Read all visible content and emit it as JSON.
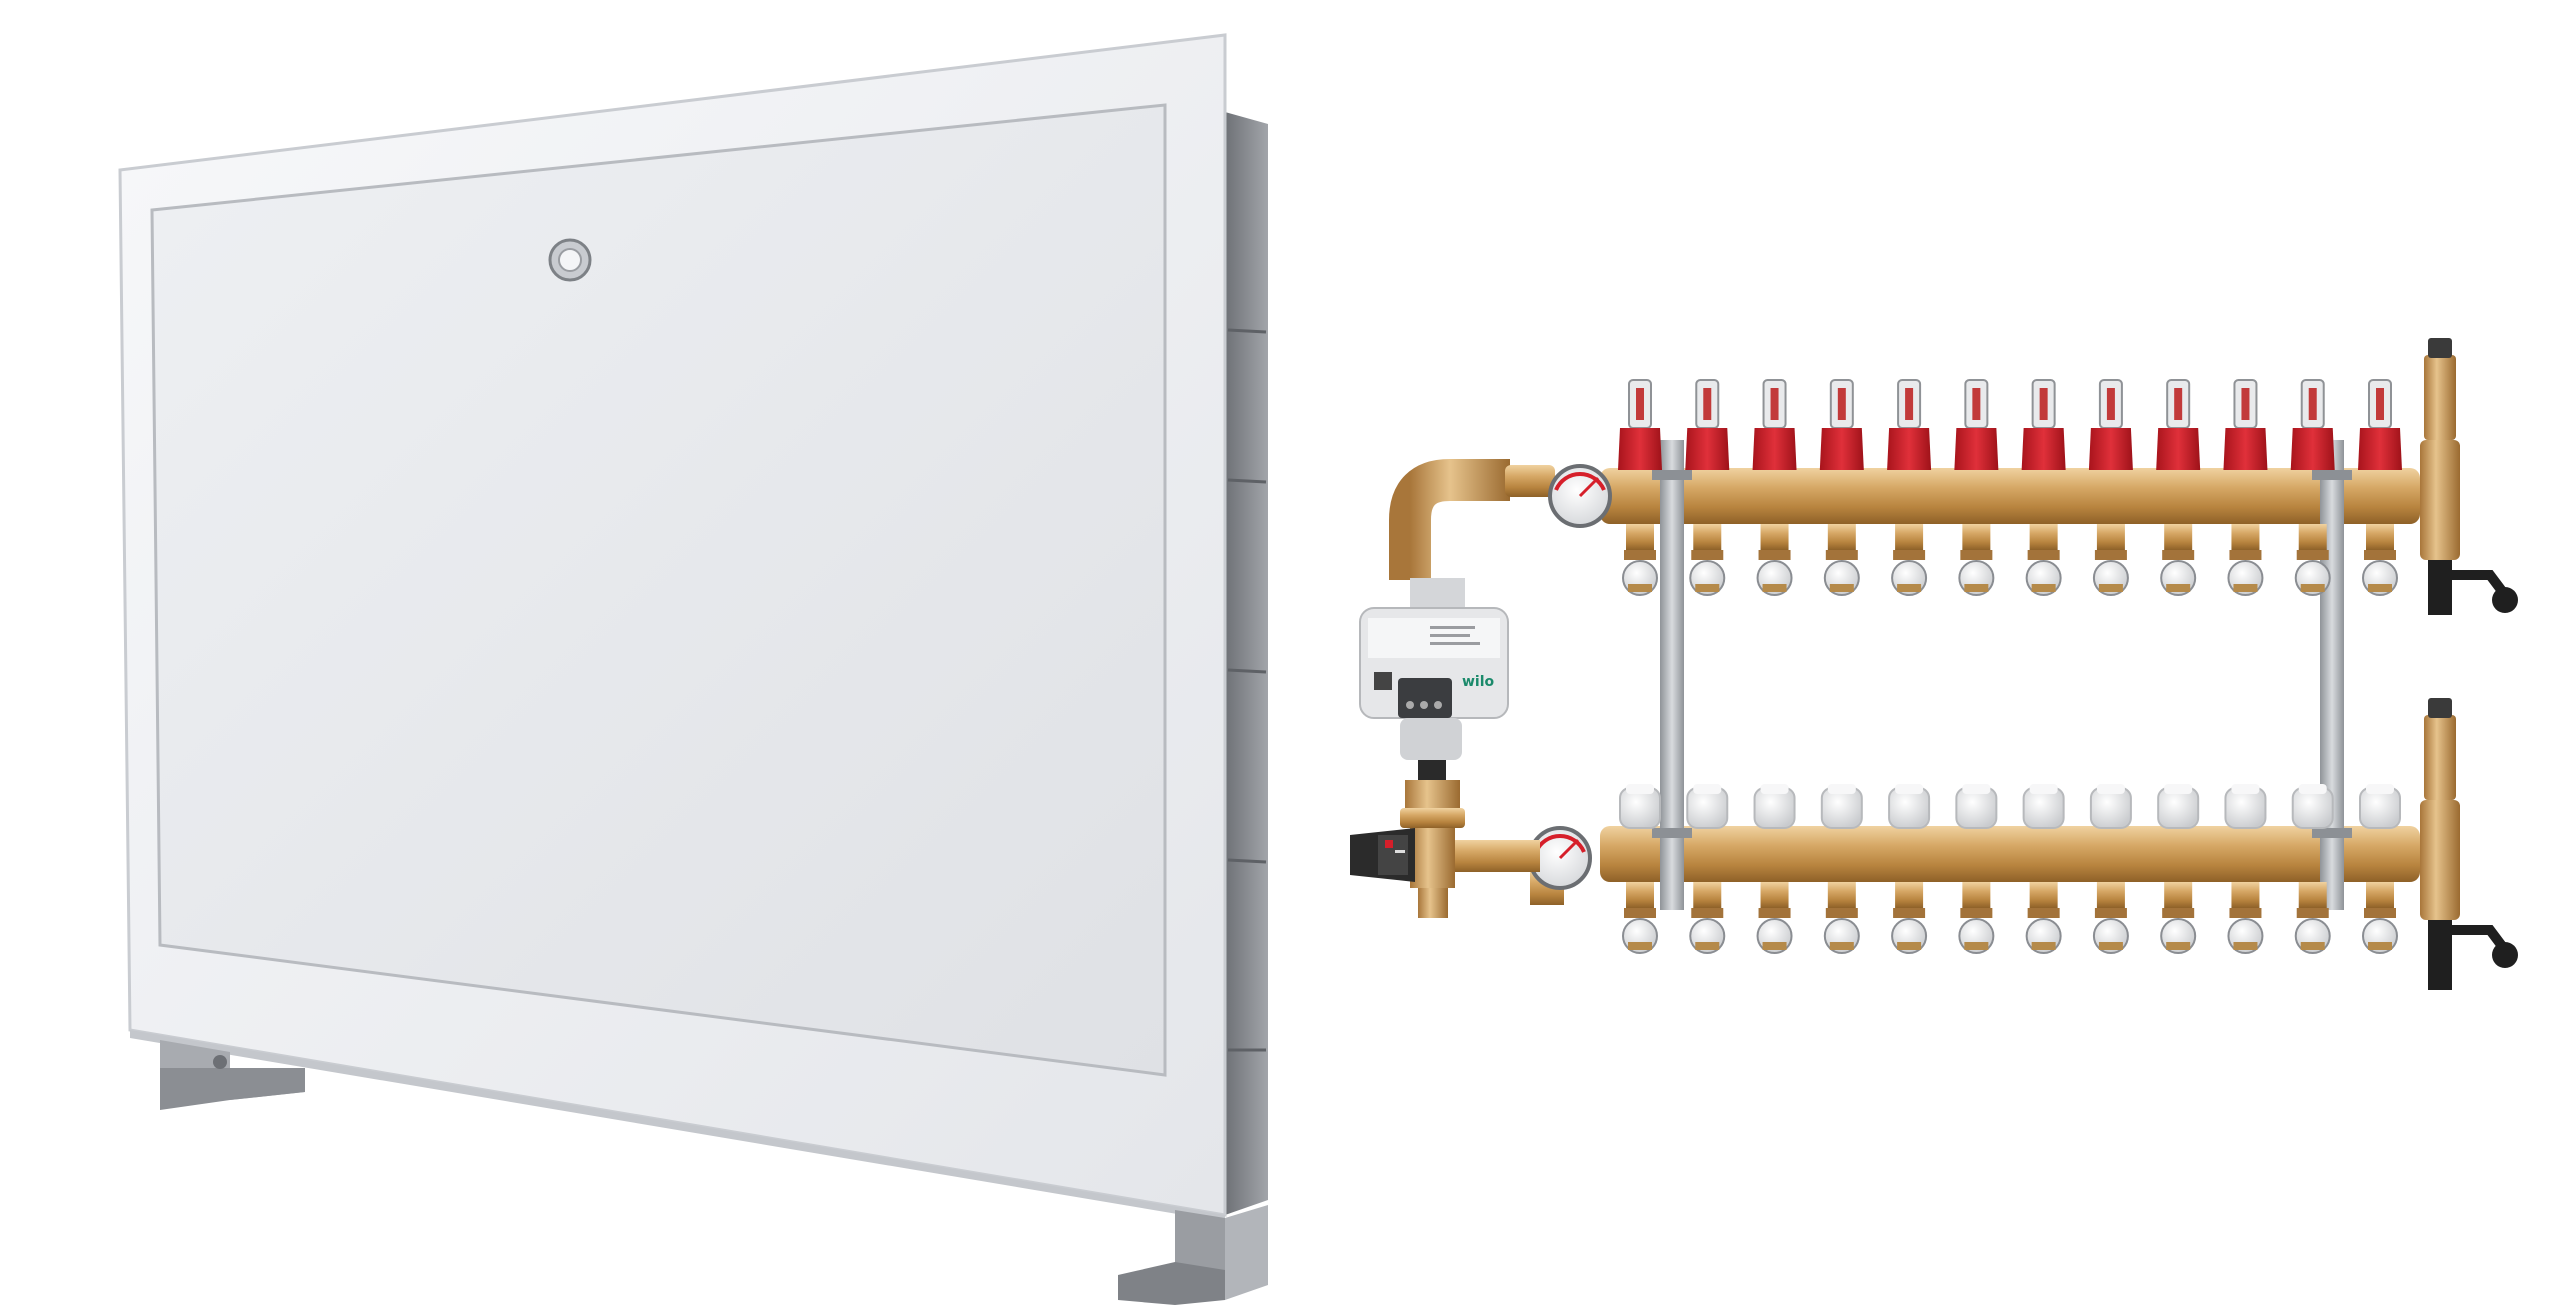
{
  "scene": {
    "description_free": true,
    "background": "#ffffff"
  },
  "cabinet": {
    "frame_color": "#f3f4f6",
    "door_color": "#eaebee",
    "side_color": "#8a8d92",
    "feet_color": "#9fa3a8"
  },
  "manifold": {
    "brass_color": "#c9995a",
    "valve_red": "#d61f2a",
    "white_cap": "#f2f2f2",
    "bracket_color": "#b9bcc0",
    "supply_outlets": 12,
    "return_outlets": 12
  },
  "pump": {
    "brand": "wilo",
    "body_color": "#e6e7e9",
    "actuator_color": "#2b2b2b"
  }
}
